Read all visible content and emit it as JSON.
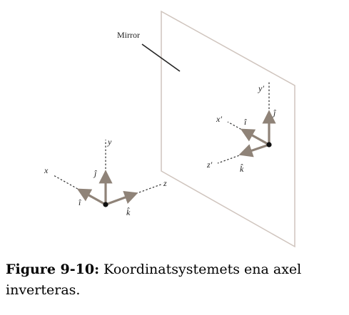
{
  "figure": {
    "mirror_label": "Mirror",
    "left_axes": {
      "axis_x": "x",
      "axis_y": "y",
      "axis_z": "z",
      "unit_i": "î",
      "unit_j": "ĵ",
      "unit_k": "k̂"
    },
    "right_axes": {
      "axis_x": "x′",
      "axis_y": "y′",
      "axis_z": "z′",
      "unit_i": "î",
      "unit_j": "ĵ",
      "unit_k": "k̂"
    },
    "colors": {
      "arrow": "#8f8378",
      "mirror": "#cfc4bd",
      "dashed": "#333333",
      "origin": "#111111"
    }
  },
  "caption": {
    "label": "Figure 9-10:",
    "text": "Koordinatsystemets ena axel inverteras."
  }
}
